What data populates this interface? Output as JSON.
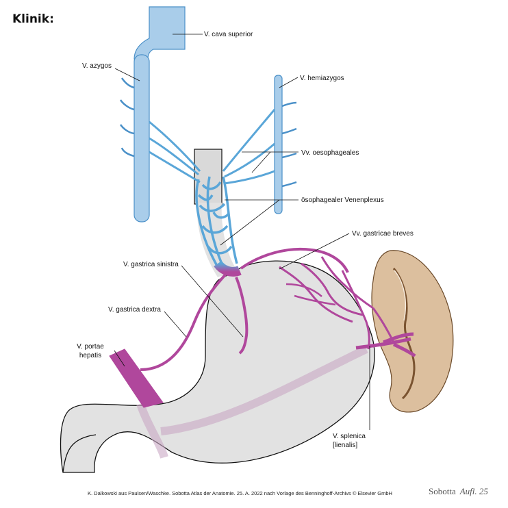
{
  "heading": "Klinik:",
  "labels": {
    "v_cava_superior": "V. cava superior",
    "v_azygos": "V. azygos",
    "v_hemiazygos": "V. hemiazygos",
    "vv_oesophageales": "Vv. oesophageales",
    "plexus": "ösophagealer Venenplexus",
    "vv_gastricae_breves": "Vv. gastricae breves",
    "v_gastrica_sinistra": "V. gastrica sinistra",
    "v_gastrica_dextra": "V. gastrica dextra",
    "v_portae_1": "V. portae",
    "v_portae_2": "hepatis",
    "v_splenica_1": "V. splenica",
    "v_splenica_2": "[lienalis]"
  },
  "footer": {
    "credit": "K. Dalkowski aus Paulsen/Waschke. Sobotta Atlas der Anatomie. 25. A. 2022 nach Vorlage des Benninghoff-Archivs © Elsevier GmbH",
    "brand": "Sobotta",
    "edition": "Aufl. 25"
  },
  "colors": {
    "systemic_vein": "#a9cdea",
    "systemic_outline": "#4a90c8",
    "portal_vein": "#b0479c",
    "stomach": "#e2e2e2",
    "spleen": "#dcbf9e"
  }
}
